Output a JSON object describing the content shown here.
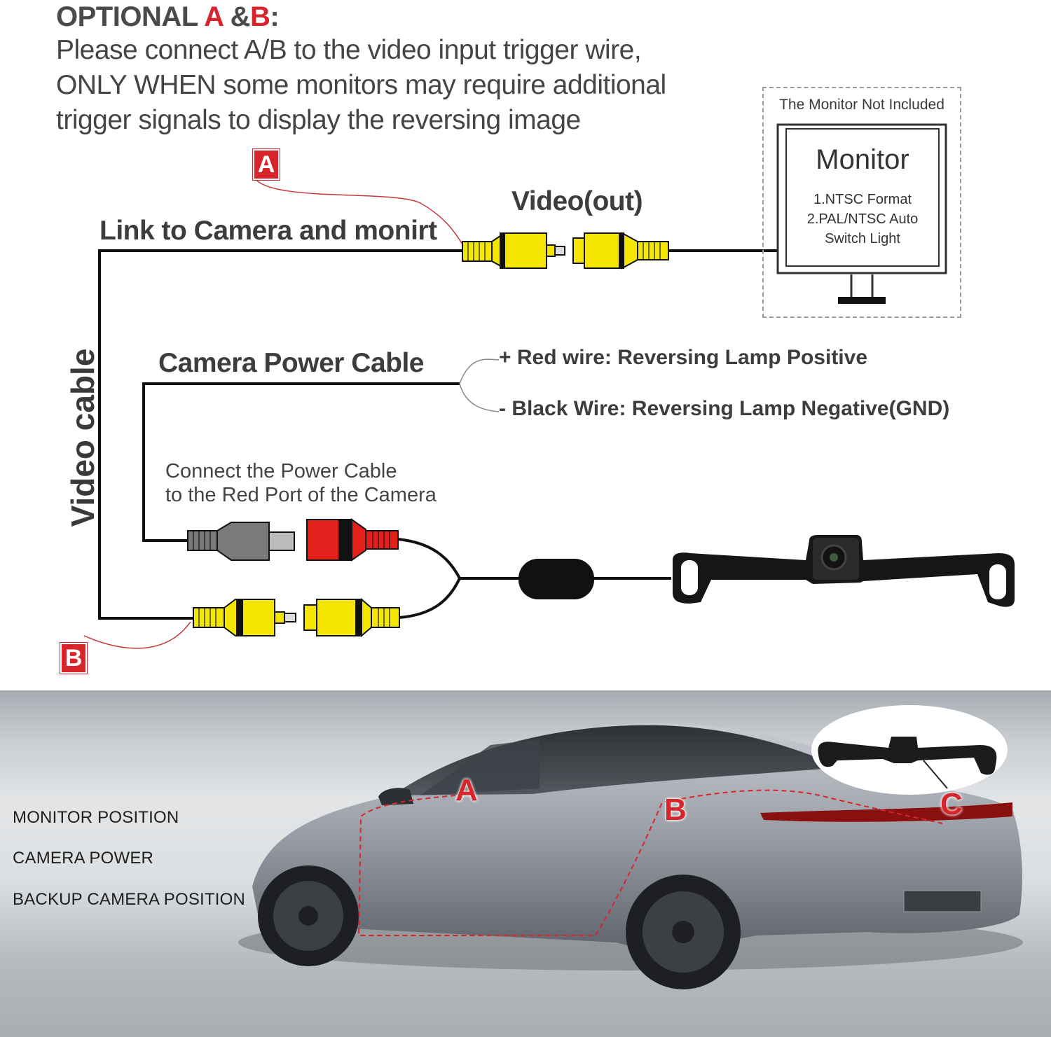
{
  "header": {
    "title_prefix": "OPTIONAL ",
    "title_a": "A",
    "title_mid": " &",
    "title_b": "B",
    "title_suffix": ":",
    "note_lines": [
      "Please connect A/B to the video input trigger wire,",
      "ONLY WHEN some monitors may require additional",
      "trigger signals to display the reversing image"
    ]
  },
  "markers": {
    "a": "A",
    "b": "B"
  },
  "labels": {
    "video_out": "Video(out)",
    "link_cable": "Link to Camera and monirt",
    "video_cable": "Video cable",
    "power_cable": "Camera Power Cable",
    "red_wire": "+ Red wire: Reversing Lamp Positive",
    "black_wire": "- Black Wire: Reversing Lamp Negative(GND)",
    "power_note_1": "Connect the Power Cable",
    "power_note_2": "to the Red Port of the Camera"
  },
  "monitor": {
    "not_included": "The Monitor Not Included",
    "title": "Monitor",
    "specs": [
      "1.NTSC Format",
      "2.PAL/NTSC Auto",
      "Switch Light"
    ]
  },
  "install": {
    "legend": [
      "MONITOR POSITION",
      "CAMERA POWER",
      "BACKUP CAMERA POSITION"
    ],
    "points": {
      "a": "A",
      "b": "B",
      "c": "C"
    }
  },
  "colors": {
    "accent_red": "#d8242b",
    "connector_yellow": "#f5e600",
    "connector_red": "#e3201b",
    "connector_gray": "#7a7a7a"
  }
}
